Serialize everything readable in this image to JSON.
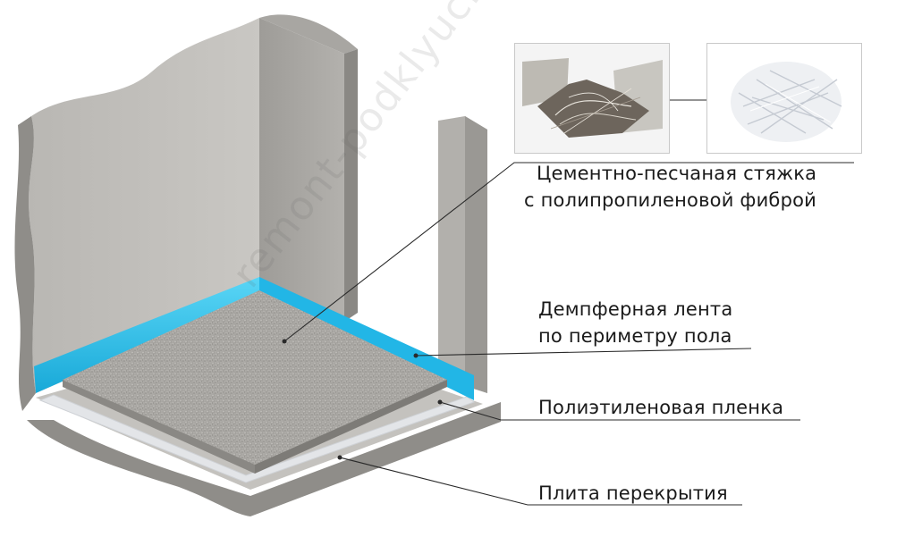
{
  "labels": {
    "screed_line1": "Цементно-песчаная стяжка",
    "screed_line2": "с полипропиленовой фиброй",
    "tape_line1": "Демпферная лента",
    "tape_line2": "по периметру пола",
    "film": "Полиэтиленовая пленка",
    "slab": "Плита перекрытия"
  },
  "watermark": "remont-podklyuch.ru",
  "colors": {
    "concrete": "#b8b6b2",
    "concrete_dark": "#8f8d89",
    "screed": "#a9a7a3",
    "damper_tape": "#2ec4f0",
    "film": "#dfe1e4",
    "leader_line": "#2a2a2a"
  }
}
